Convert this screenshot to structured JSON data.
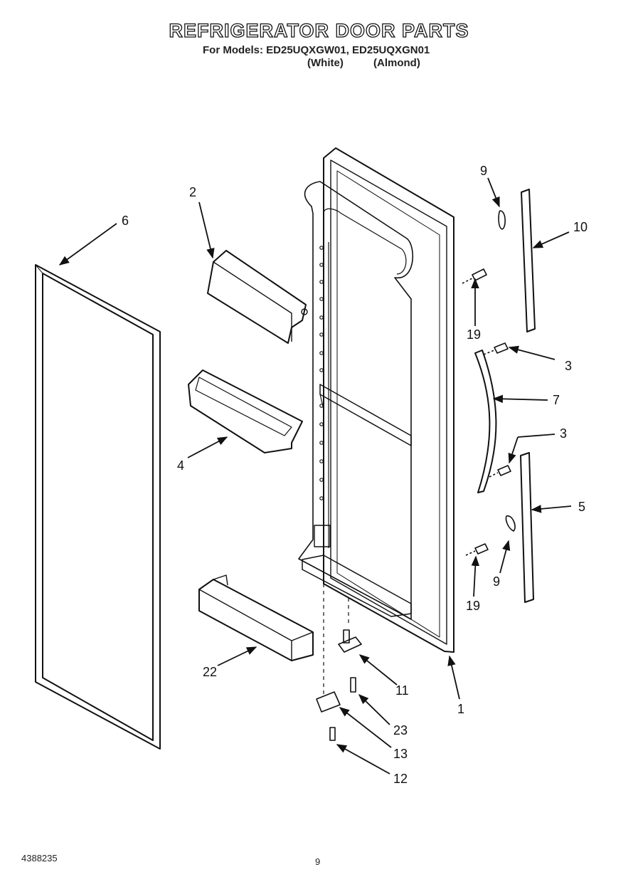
{
  "header": {
    "title": "REFRIGERATOR DOOR PARTS",
    "models_line": "For Models: ED25UQXGW01, ED25UQXGN01",
    "color_white": "(White)",
    "color_almond": "(Almond)"
  },
  "callouts": {
    "c1": "1",
    "c2": "2",
    "c3a": "3",
    "c3b": "3",
    "c4": "4",
    "c5": "5",
    "c6": "6",
    "c7": "7",
    "c9a": "9",
    "c9b": "9",
    "c10": "10",
    "c11": "11",
    "c12": "12",
    "c13": "13",
    "c19a": "19",
    "c19b": "19",
    "c22": "22",
    "c23": "23"
  },
  "footer": {
    "doc_number": "4388235",
    "page_number": "9"
  }
}
